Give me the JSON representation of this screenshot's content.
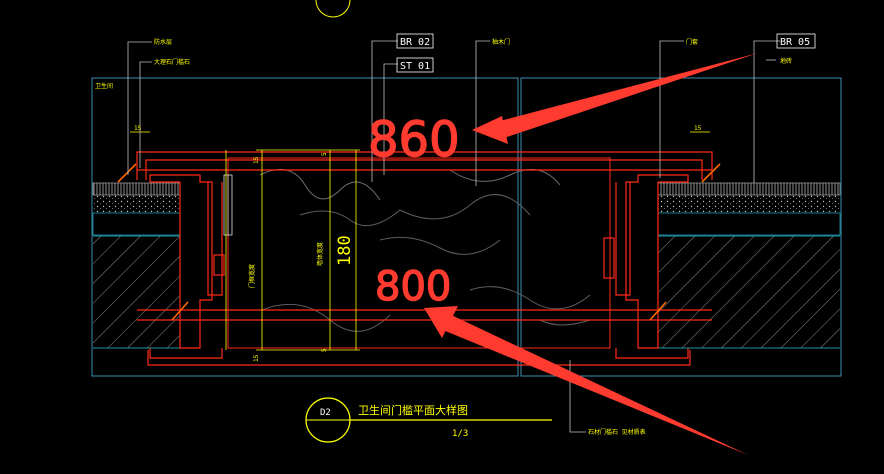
{
  "drawing": {
    "tags": {
      "br02": "BR 02",
      "st01": "ST 01",
      "br05": "BR 05"
    },
    "leaders": {
      "top_left_1": "防水层",
      "top_left_2": "大理石门槛石",
      "top_mid": "柚木门",
      "top_right_1": "门套",
      "top_right_2": "地砖",
      "left_room": "卫生间",
      "bottom_right": "石材门槛石 见材质表",
      "left_side_vertical": "门框宽度",
      "mid_vertical": "墙体宽度"
    },
    "dimensions": {
      "d15_left": "15",
      "d15_right": "15",
      "d15_a": "15",
      "d5_a": "5",
      "d5_b": "5",
      "d15_b": "15",
      "d180": "180"
    },
    "annotations": {
      "big_top": "860",
      "big_bottom": "800"
    },
    "title_block": {
      "bubble_id": "D2",
      "title": "卫生间门槛平面大样图",
      "scale": "1/3"
    }
  },
  "colors": {
    "background": "#000000",
    "cad_yellow": "#ffff00",
    "cad_red": "#ff2a1a",
    "cad_white": "#ffffff",
    "cad_cyan": "#26c6da",
    "cad_gray": "#9a9a9a",
    "annotation_red": "#ff3b30"
  }
}
